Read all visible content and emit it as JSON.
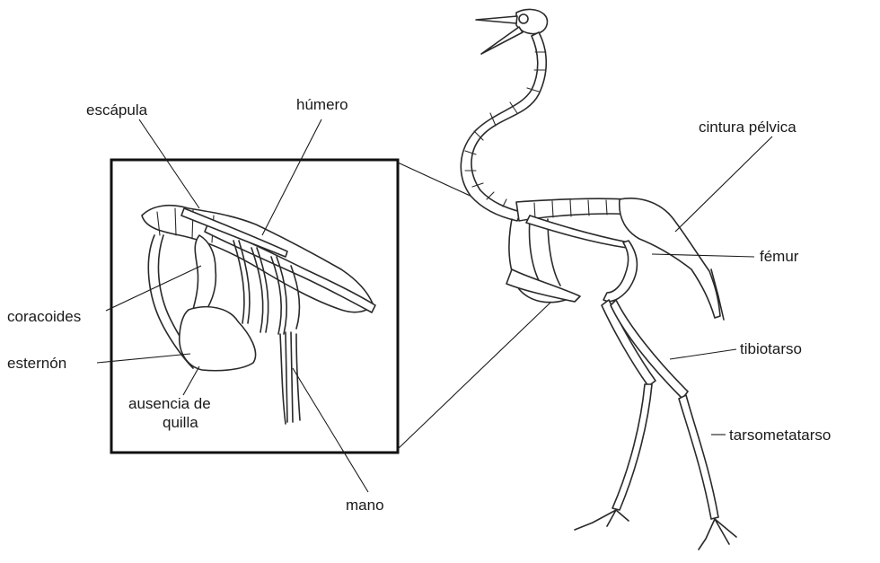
{
  "labels": {
    "escapula": "escápula",
    "humero": "húmero",
    "coracoides": "coracoides",
    "esternon": "esternón",
    "ausencia_line1": "ausencia de",
    "ausencia_line2": "quilla",
    "mano": "mano",
    "cintura_pelvica": "cintura pélvica",
    "femur": "fémur",
    "tibiotarso": "tibiotarso",
    "tarsometatarso": "tarsometatarso"
  }
}
